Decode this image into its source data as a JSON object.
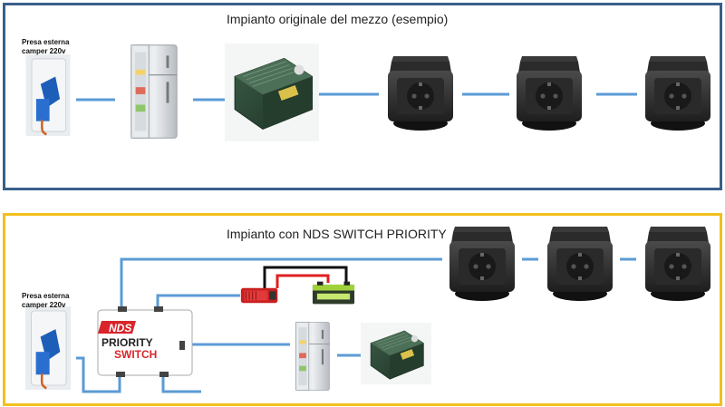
{
  "top_panel": {
    "title": "Impianto originale del mezzo (esempio)",
    "plug_label_line1": "Presa esterna",
    "plug_label_line2": "camper 220v",
    "frame_color": "#3a5f8a"
  },
  "bottom_panel": {
    "title": "Impianto con NDS SWITCH PRIORITY",
    "plug_label_line1": "Presa esterna",
    "plug_label_line2": "camper 220v",
    "frame_color": "#f2c01e",
    "switch": {
      "brand": "NDS",
      "name_line1": "PRIORITY",
      "name_line2": "SWITCH"
    }
  },
  "colors": {
    "cable": "#5b9bd5",
    "dc_positive": "#e02020",
    "dc_negative": "#111111",
    "brand_red": "#d8242a"
  },
  "icons": [
    "external-plug-icon",
    "fridge-icon",
    "charger-icon",
    "socket-icon",
    "inverter-icon",
    "battery-icon",
    "priority-switch-icon"
  ]
}
